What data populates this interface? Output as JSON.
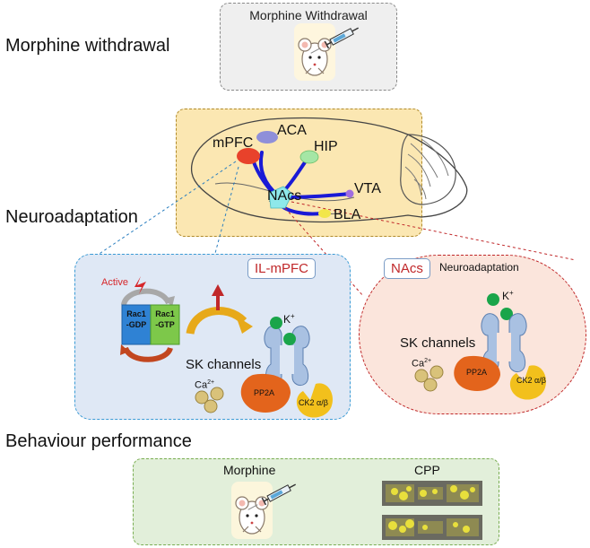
{
  "sections": {
    "morphine_withdrawal": "Morphine withdrawal",
    "neuroadaptation": "Neuroadaptation",
    "behaviour_performance": "Behaviour performance"
  },
  "top_panel": {
    "title": "Morphine Withdrawal"
  },
  "brain": {
    "regions": {
      "mpfc": "mPFC",
      "aca": "ACA",
      "hip": "HIP",
      "nacs": "NAcs",
      "vta": "VTA",
      "bla": "BLA"
    }
  },
  "il_panel": {
    "title": "IL-mPFC",
    "active_label": "Active",
    "rac1_gdp": [
      "Rac1",
      "-GDP"
    ],
    "rac1_gtp": [
      "Rac1",
      "-GTP"
    ],
    "k_ion": "K",
    "k_charge": "+",
    "sk_channels": "SK channels",
    "ca_ion": "Ca",
    "ca_charge": "2+",
    "pp2a": "PP2A",
    "ck2": "CK2 α/β"
  },
  "nacs_panel": {
    "title": "NAcs",
    "subtitle": "Neuroadaptation",
    "k_ion": "K",
    "k_charge": "+",
    "sk_channels": "SK channels",
    "ca_ion": "Ca",
    "ca_charge": "2+",
    "pp2a": "PP2A",
    "ck2": "CK2 α/β"
  },
  "bottom_panel": {
    "morphine_label": "Morphine",
    "cpp_label": "CPP"
  },
  "colors": {
    "top_panel_fill": "#efefef",
    "brain_panel_fill": "#fbe7b2",
    "brain_panel_border": "#b08a2a",
    "il_panel_fill": "#dfe8f5",
    "il_panel_border": "#3a9bd5",
    "nacs_panel_fill": "#fbe5dc",
    "nacs_panel_border": "#c0282a",
    "bottom_panel_fill": "#e2efda",
    "bottom_panel_border": "#79ad52",
    "projection": "#1a1ad6",
    "mpfc_region": "#e8422b",
    "aca_region": "#8f8fd9",
    "hip_region": "#a5e6a5",
    "nacs_region": "#8ee8ea",
    "pp2a_fill": "#e3641c",
    "ck2_fill": "#f2c01c",
    "channel_fill": "#a9c1e2",
    "ion_green": "#1aa54a",
    "rac1_gdp_fill": "#2f82d4",
    "rac1_gtp_fill": "#7dc84a"
  }
}
